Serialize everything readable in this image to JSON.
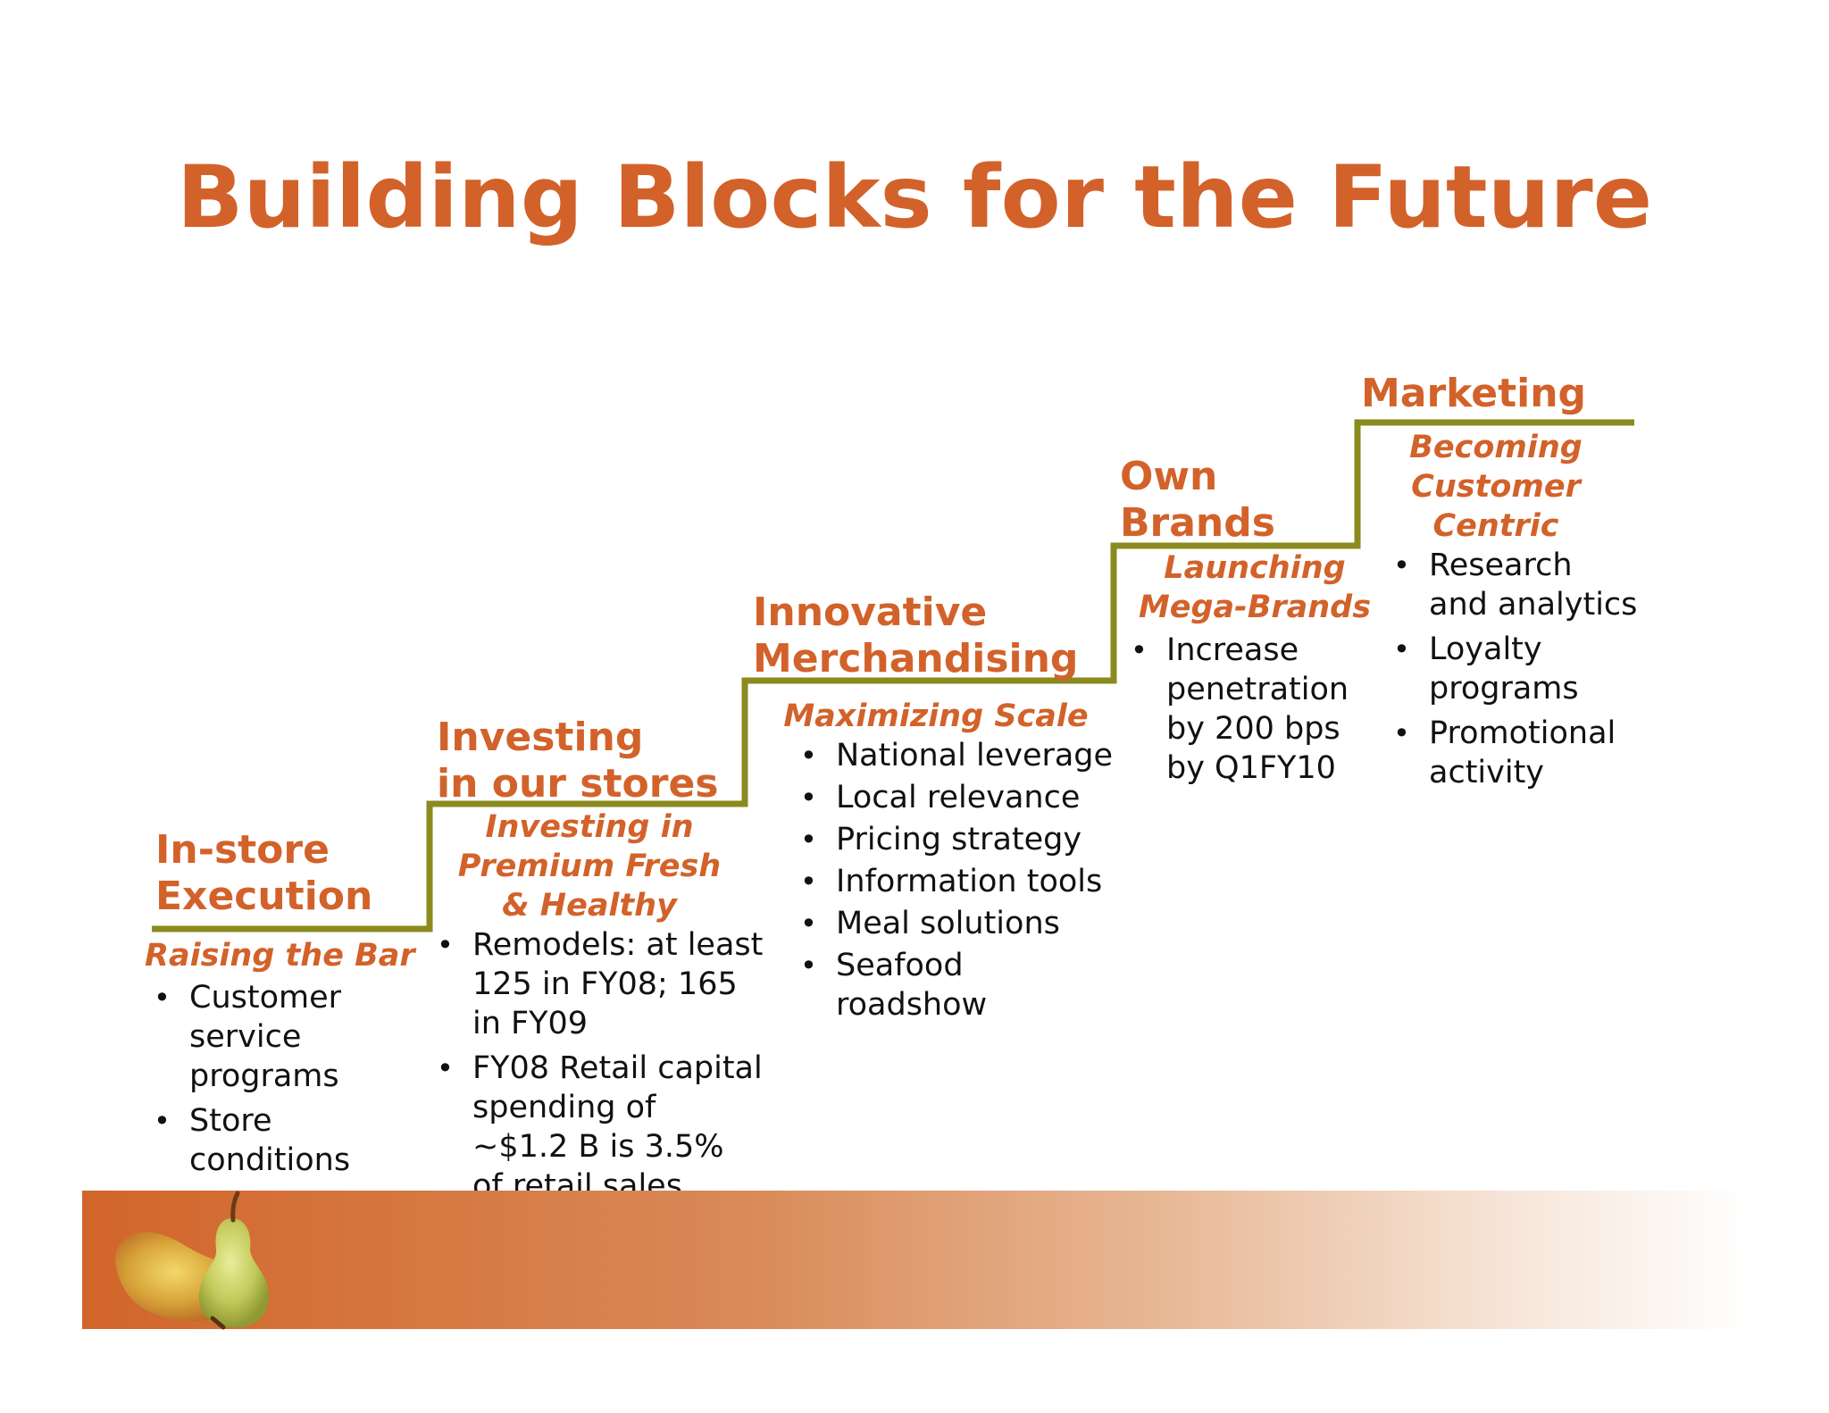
{
  "title": "Building Blocks for the Future",
  "colors": {
    "accent": "#d2622a",
    "step_line": "#8a8a1e",
    "text": "#111111"
  },
  "columns": [
    {
      "heading": [
        "In-store",
        "Execution"
      ],
      "subheading": [
        "Raising the Bar"
      ],
      "bullets": [
        [
          "Customer",
          "service",
          "programs"
        ],
        [
          "Store",
          "conditions"
        ]
      ]
    },
    {
      "heading": [
        "Investing",
        "in our stores"
      ],
      "subheading": [
        "Investing in",
        "Premium Fresh",
        "& Healthy"
      ],
      "bullets": [
        [
          "Remodels: at least",
          "125 in FY08; 165",
          "in FY09"
        ],
        [
          "FY08 Retail capital",
          "spending of",
          "~$1.2 B is 3.5%",
          "of retail sales"
        ]
      ]
    },
    {
      "heading": [
        "Innovative",
        "Merchandising"
      ],
      "subheading": [
        "Maximizing Scale"
      ],
      "bullets": [
        [
          "National leverage"
        ],
        [
          "Local relevance"
        ],
        [
          "Pricing strategy"
        ],
        [
          "Information tools"
        ],
        [
          "Meal solutions"
        ],
        [
          "Seafood",
          "roadshow"
        ]
      ]
    },
    {
      "heading": [
        "Own",
        "Brands"
      ],
      "subheading": [
        "Launching",
        "Mega-Brands"
      ],
      "bullets": [
        [
          "Increase",
          "penetration",
          "by 200 bps",
          "by Q1FY10"
        ]
      ]
    },
    {
      "heading": [
        "Marketing"
      ],
      "subheading": [
        "Becoming",
        "Customer",
        "Centric"
      ],
      "bullets": [
        [
          "Research",
          "and analytics"
        ],
        [
          "Loyalty",
          "programs"
        ],
        [
          "Promotional",
          "activity"
        ]
      ]
    }
  ]
}
